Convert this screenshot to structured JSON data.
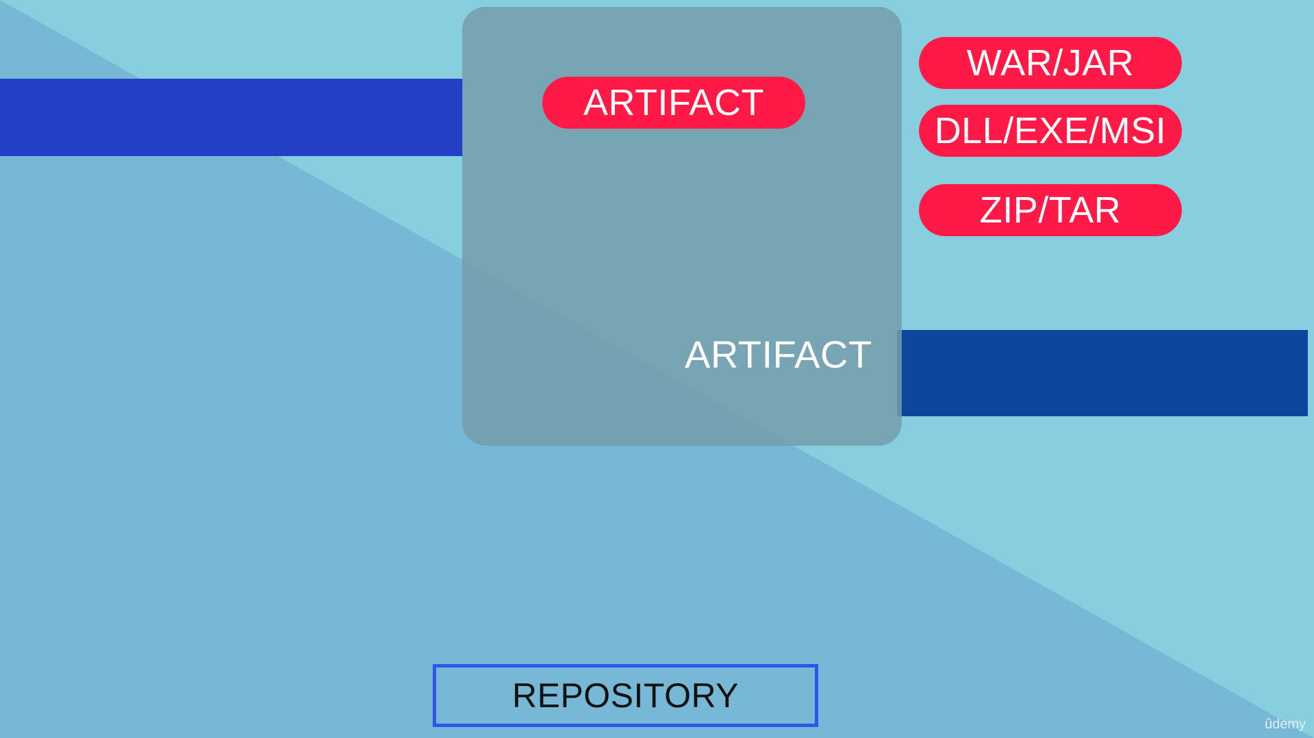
{
  "labels": {
    "artifact_pill": "ARTIFACT",
    "war_jar": "WAR/JAR",
    "dll_exe_msi": "DLL/EXE/MSI",
    "zip_tar": "ZIP/TAR",
    "artifact_plain": "ARTIFACT",
    "repository": "REPOSITORY"
  },
  "watermark": "ûdemy",
  "colors": {
    "background_light": "#87cede",
    "background_dark": "#76b8d5",
    "left_bar": "#233fc6",
    "right_bar": "#0c479e",
    "center_box": "#769ead",
    "pill": "#fe1946",
    "repository_border": "#2f55ed"
  }
}
